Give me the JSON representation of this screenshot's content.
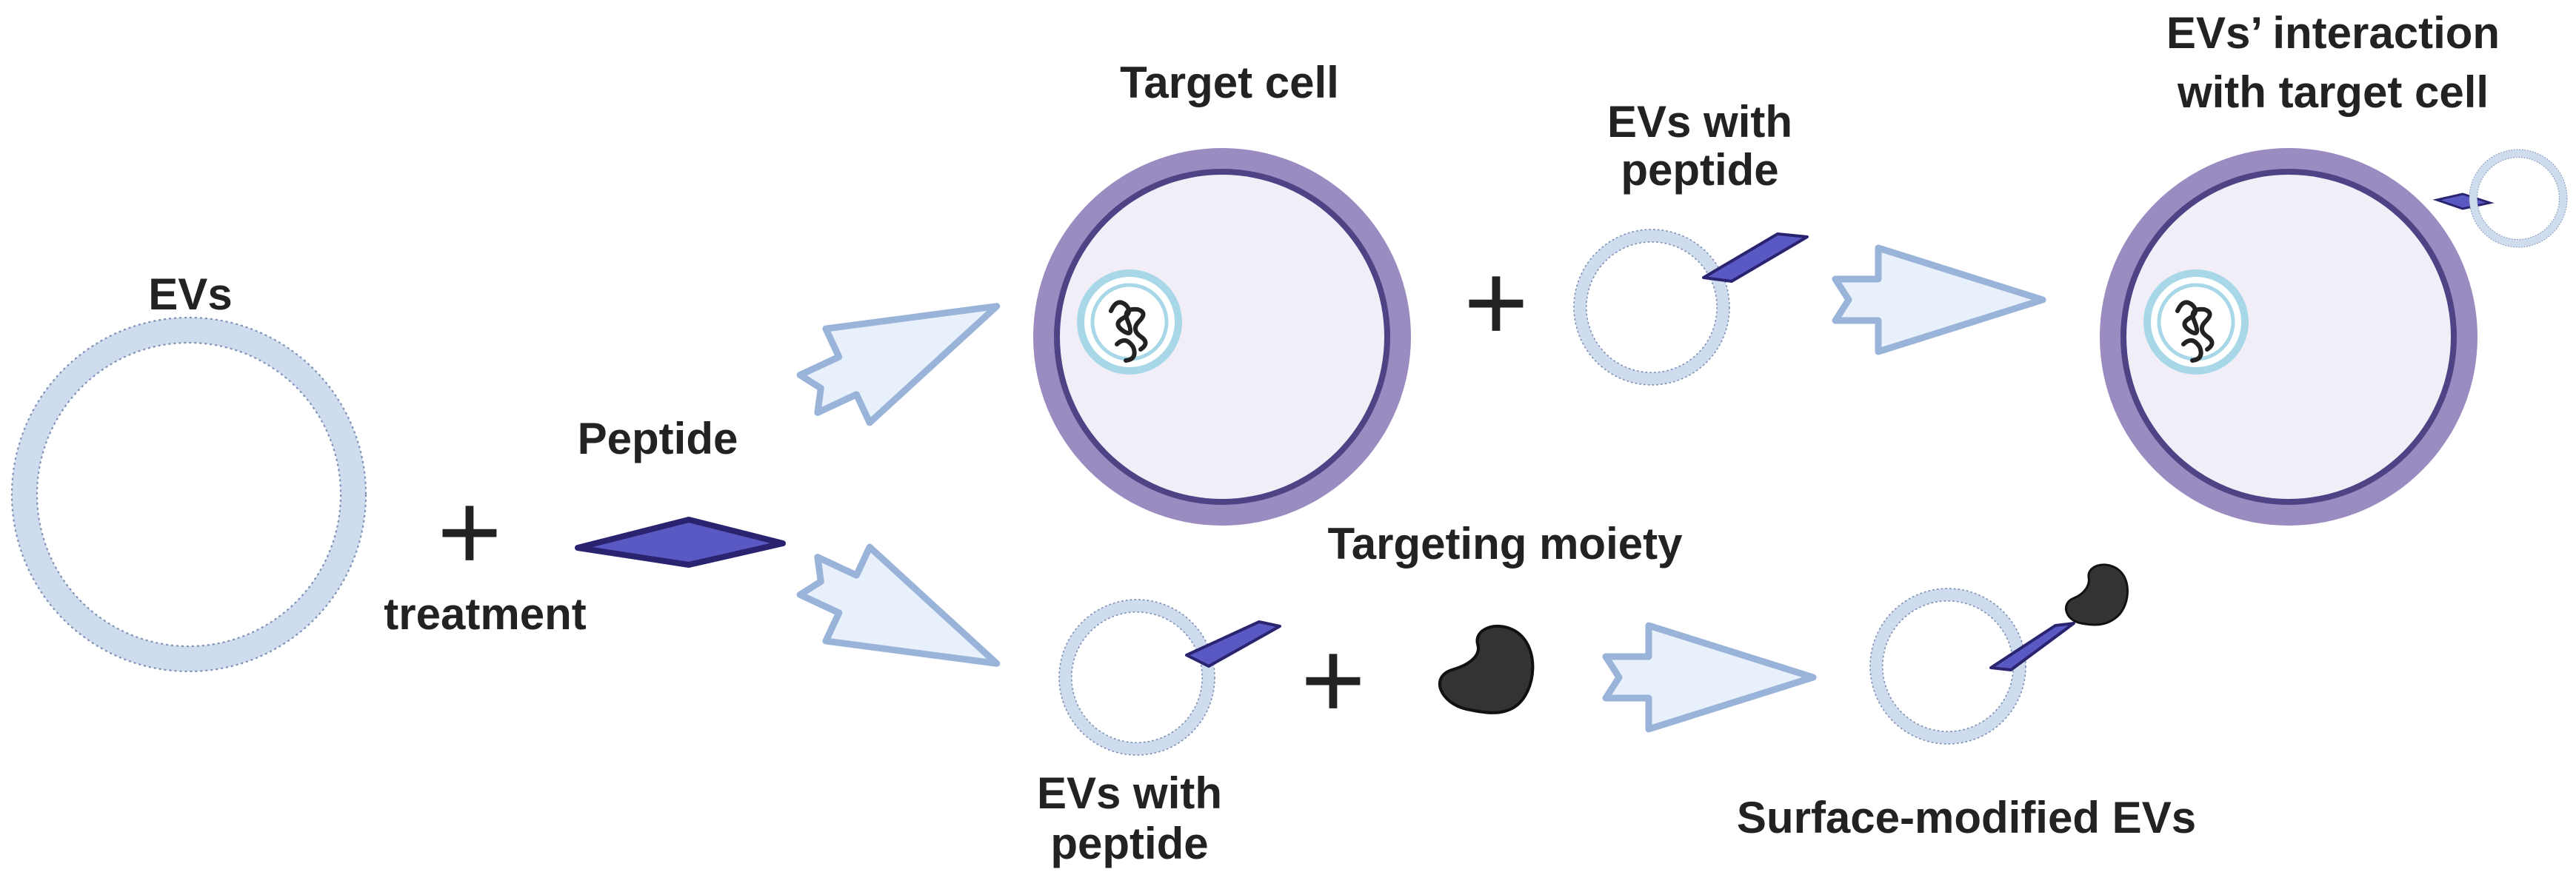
{
  "labels": {
    "evs": "EVs",
    "treatment": "treatment",
    "peptide": "Peptide",
    "target_cell": "Target cell",
    "evs_with_peptide_top": [
      "EVs with",
      "peptide"
    ],
    "evs_interaction": [
      "EVs’ interaction",
      "with target cell"
    ],
    "targeting_moiety": "Targeting moiety",
    "evs_with_peptide_bottom": [
      "EVs with",
      "peptide"
    ],
    "surface_modified": "Surface-modified EVs"
  },
  "symbols": {
    "plus": "+"
  },
  "colors": {
    "membrane": "#cfdcee",
    "membrane_dots": "#7f92b6",
    "cell_outer": "#9a8bc1",
    "cell_inner_line": "#4f4285",
    "cytoplasm": "#f1eef8",
    "peptide_fill": "#5a58c2",
    "peptide_edge": "#2a2470",
    "moiety": "#333333",
    "arrow_fill": "#e8f1fb",
    "arrow_stroke": "#9ab3d9",
    "nucleus": "#ffffff",
    "nucleus_ring": "#a8d8e8",
    "chromatin": "#222222"
  },
  "icons": [
    "ev-vesicle",
    "peptide-diamond",
    "target-cell",
    "targeting-moiety",
    "process-arrow"
  ]
}
